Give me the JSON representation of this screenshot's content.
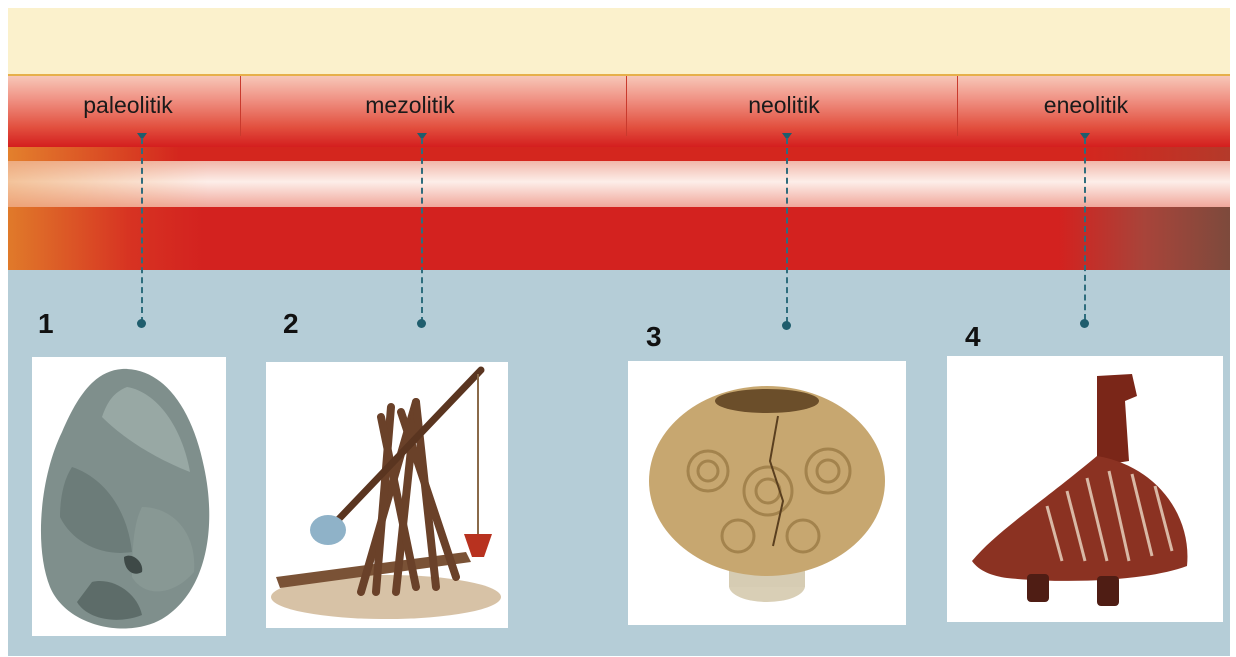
{
  "periods": [
    {
      "label": "paleolitik"
    },
    {
      "label": "mezolitik"
    },
    {
      "label": "neolitik"
    },
    {
      "label": "eneolitik"
    }
  ],
  "artifacts": [
    {
      "number": "1",
      "icon": "flint-handaxe-image"
    },
    {
      "number": "2",
      "icon": "wooden-fire-tripod-image"
    },
    {
      "number": "3",
      "icon": "spiral-decorated-pot-image"
    },
    {
      "number": "4",
      "icon": "bird-shaped-vessel-image"
    }
  ],
  "colors": {
    "background": "#b5cdd7",
    "header_top": "#fbf1cc",
    "band_red": "#d3221f",
    "leader_line": "#1f5d6d"
  }
}
